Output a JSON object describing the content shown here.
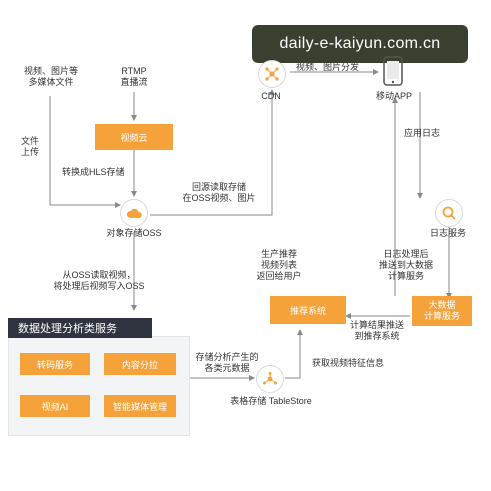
{
  "watermark": "daily-e-kaiyun.com.cn",
  "sources": {
    "media_files": "视频、图片等\n多媒体文件",
    "rtmp": "RTMP\n直播流"
  },
  "labels": {
    "file_upload": "文件\n上传",
    "convert_hls": "转换成HLS存储",
    "origin_read": "回源读取存储\n在OSS视频、图片",
    "video_image_dist": "视频、图片分发",
    "app_log": "应用日志",
    "recommend_list": "生产推荐\n视频列表\n返回给用户",
    "log_process": "日志处理后\n推送到大数据\n计算服务",
    "oss_read_write": "从OSS读取视频，\n将处理后视频写入OSS",
    "compute_push": "计算结果推送\n到推荐系统",
    "store_meta": "存储分析产生的\n各类元数据",
    "get_features": "获取视频特征信息"
  },
  "nodes": {
    "video_cloud": "视频云",
    "oss": "对象存储OSS",
    "cdn": "CDN",
    "mobile_app": "移动APP",
    "log_service": "日志服务",
    "recommend_system": "推荐系统",
    "bigdata": "大数据\n计算服务",
    "tablestore": "表格存储 TableStore"
  },
  "panel": {
    "title": "数据处理分析类服务",
    "services": [
      "转码服务",
      "内容分拉",
      "视频AI",
      "智能媒体管理"
    ]
  },
  "colors": {
    "accent": "#f5a23a",
    "panel_title_bg": "#2f3440",
    "line": "#8a8a8a"
  }
}
